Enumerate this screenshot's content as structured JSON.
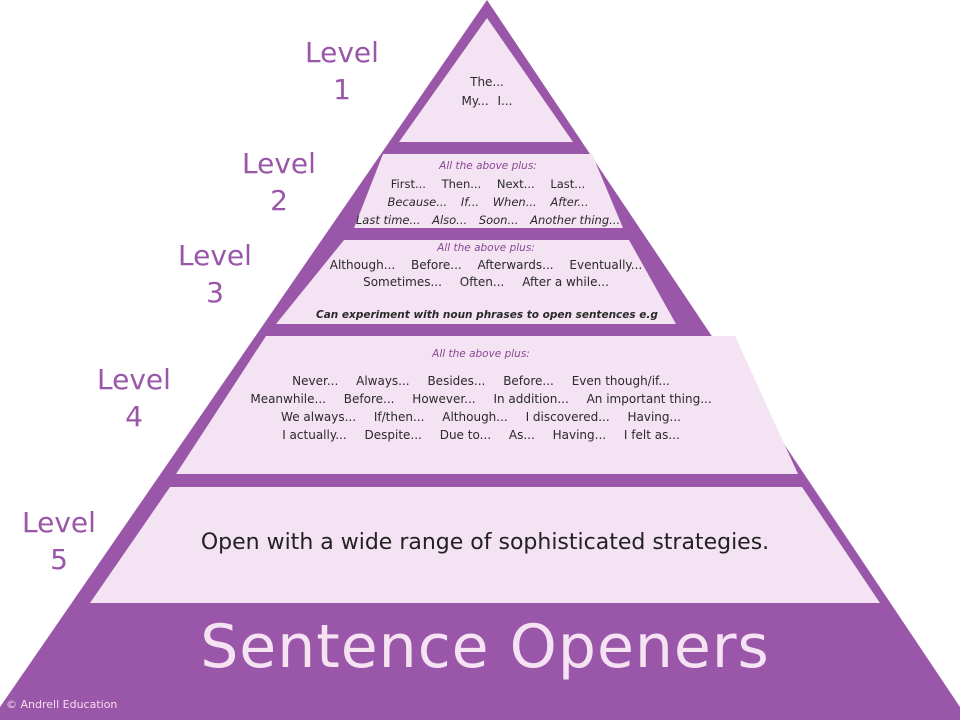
{
  "colors": {
    "frame_purple": "#9a56a8",
    "tier_fill": "#f4e3f2",
    "plus_text": "#8a4796",
    "body_text": "#2a2a2a"
  },
  "levels": [
    {
      "word": "Level",
      "number": "1"
    },
    {
      "word": "Level",
      "number": "2"
    },
    {
      "word": "Level",
      "number": "3"
    },
    {
      "word": "Level",
      "number": "4"
    },
    {
      "word": "Level",
      "number": "5"
    }
  ],
  "tier1": {
    "lines": [
      [
        "The..."
      ],
      [
        "My...",
        "I..."
      ]
    ]
  },
  "tier2": {
    "plus_label": "All the above plus:",
    "lines": [
      [
        "First...",
        "Then...",
        "Next...",
        "Last..."
      ],
      [
        "Because...",
        "If...",
        "When...",
        "After..."
      ],
      [
        "Last time...",
        "Also...",
        "Soon...",
        "Another thing..."
      ]
    ]
  },
  "tier3": {
    "plus_label": "All the above plus:",
    "lines": [
      [
        "Although...",
        "Before...",
        "Afterwards...",
        "Eventually..."
      ],
      [
        "Sometimes...",
        "Often...",
        "After a while..."
      ]
    ],
    "note": "Can experiment with noun phrases to open sentences e.g"
  },
  "tier4": {
    "plus_label": "All the above plus:",
    "lines": [
      [
        "Never...",
        "Always...",
        "Besides...",
        "Before...",
        "Even though/if..."
      ],
      [
        "Meanwhile...",
        "Before...",
        "However...",
        "In addition...",
        "An important thing..."
      ],
      [
        "We always...",
        "If/then...",
        "Although...",
        "I discovered...",
        "Having..."
      ],
      [
        "I actually...",
        "Despite...",
        "Due to...",
        "As...",
        "Having...",
        "I felt as..."
      ]
    ]
  },
  "tier5": {
    "text": "Open with a wide range of sophisticated strategies."
  },
  "title": "Sentence Openers",
  "copyright": "© Andrell Education"
}
